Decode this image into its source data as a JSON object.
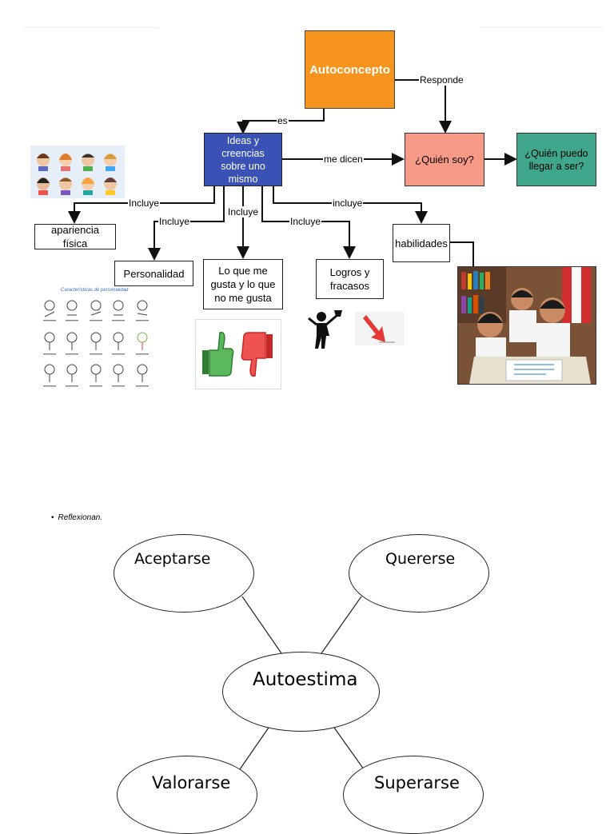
{
  "concept_map": {
    "root": "Autoconcepto",
    "ideas": "Ideas y creencias sobre uno mismo",
    "quien_soy": "¿Quién soy?",
    "quien_puedo": "¿Quién puedo llegar a ser?",
    "apariencia": "apariencia física",
    "personalidad": "Personalidad",
    "gustos": "Lo que me gusta y lo que no me gusta",
    "logros": "Logros y fracasos",
    "habilidades": "habilidades",
    "edge_es": "es",
    "edge_responde": "Responde",
    "edge_me_dicen": "me dicen",
    "edge_incluye_1": "Incluye",
    "edge_incluye_2": "Incluye",
    "edge_incluye_3": "Incluye",
    "edge_incluye_4": "Incluye",
    "edge_incluye_5": "incluye",
    "personality_caption": "Características de personalidad",
    "colors": {
      "root_fill": "#f7941d",
      "ideas_fill": "#3a52b5",
      "quien_soy_fill": "#f79b87",
      "quien_puedo_fill": "#3fa88c"
    }
  },
  "bullet": "Reflexionan.",
  "autoestima": {
    "center": "Autoestima",
    "top_left": "Aceptarse",
    "top_right": "Quererse",
    "bottom_left": "Valorarse",
    "bottom_right": "Superarse"
  }
}
